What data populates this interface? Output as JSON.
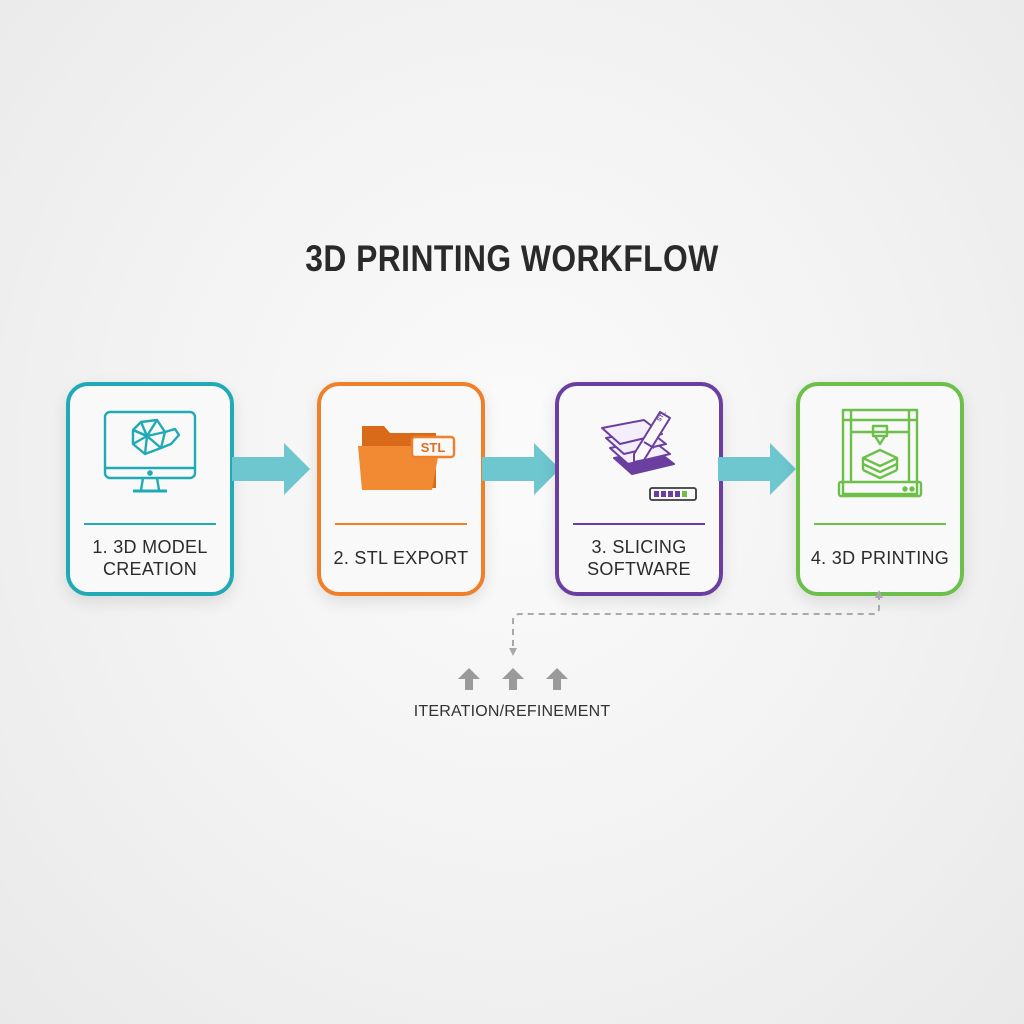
{
  "title": "3D PRINTING WORKFLOW",
  "steps": [
    {
      "number_label": "1. 3D MODEL CREATION",
      "line1": "1. 3D MODEL",
      "line2": "CREATION",
      "color": "#20aab5",
      "icon": "monitor-model-icon"
    },
    {
      "number_label": "2. STL EXPORT",
      "line1": "2. STL EXPORT",
      "line2": "",
      "color": "#f07f2a",
      "icon": "folder-stl-icon",
      "icon_text": "STL"
    },
    {
      "number_label": "3. SLICING SOFTWARE",
      "line1": "3. SLICING",
      "line2": "SOFTWARE",
      "color": "#6b3fa0",
      "icon": "layers-slicer-icon"
    },
    {
      "number_label": "4. 3D PRINTING",
      "line1": "4. 3D PRINTING",
      "line2": "",
      "color": "#6cc04a",
      "icon": "printer-icon"
    }
  ],
  "connector_color": "#6ec6cf",
  "feedback": {
    "label": "ITERATION/REFINEMENT",
    "line_color": "#a9a9a9",
    "arrow_color": "#9a9a9a",
    "arrow_icon": "up-arrow-icon"
  }
}
